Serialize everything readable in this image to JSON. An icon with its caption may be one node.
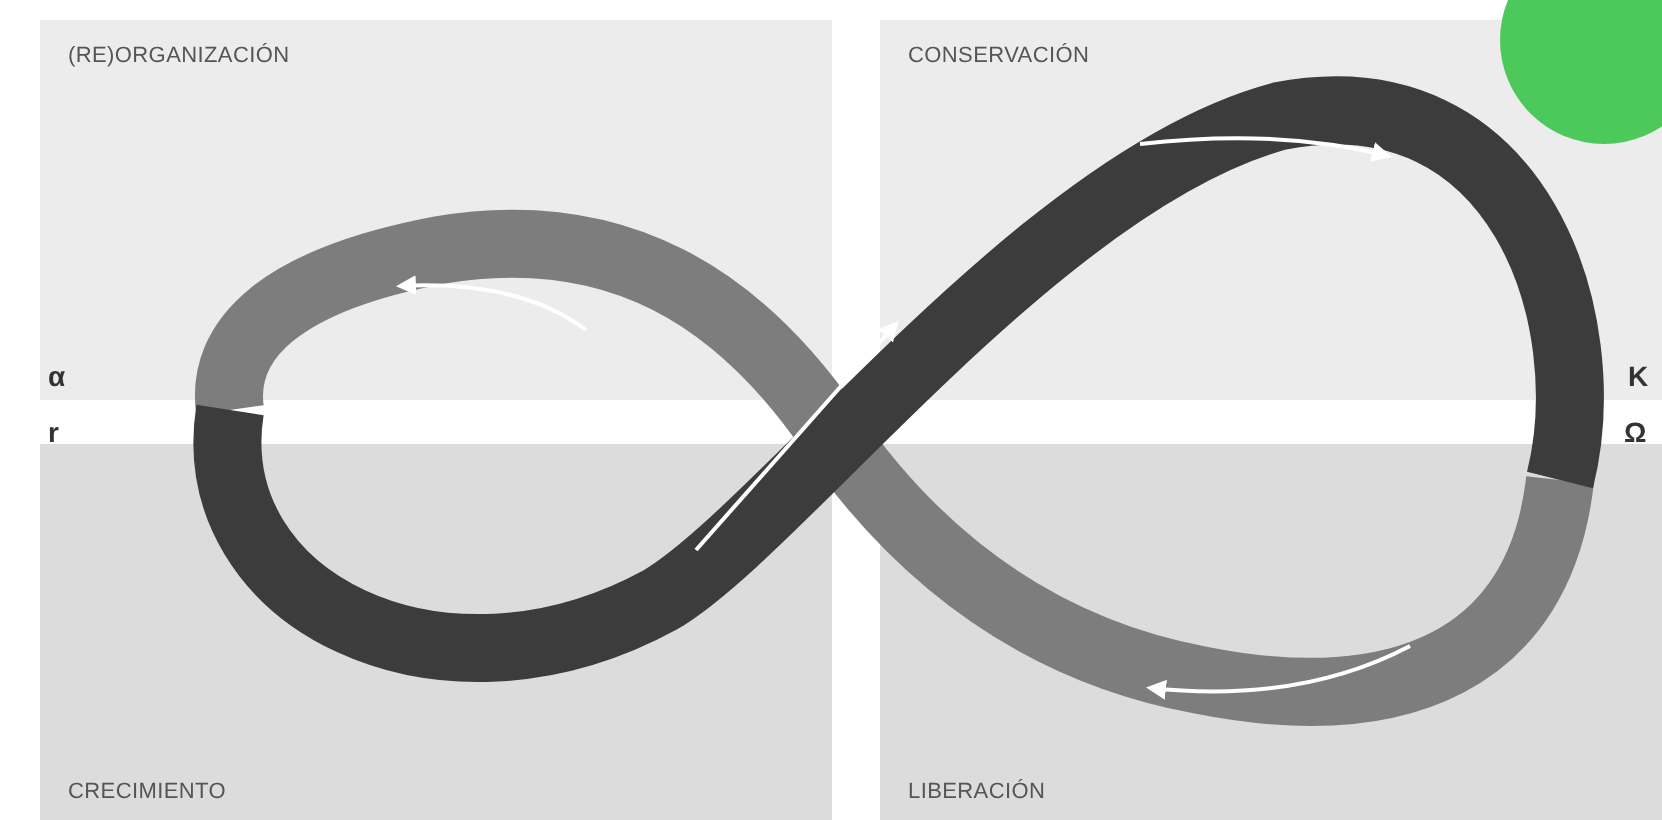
{
  "diagram": {
    "nodes": [
      {
        "text": [
          "(RE)ORGANIZACIÓN"
        ]
      },
      {
        "text": [
          "CONSERVACIÓN"
        ]
      },
      {
        "text": [
          "CRECIMIENTO"
        ]
      },
      {
        "text": [
          "LIBERACIÓN"
        ]
      }
    ],
    "edges": [
      {
        "from": 2,
        "to": 1,
        "arrow": "to"
      }
    ],
    "labels": [
      "α",
      "K",
      "r",
      "Ω"
    ]
  }
}
